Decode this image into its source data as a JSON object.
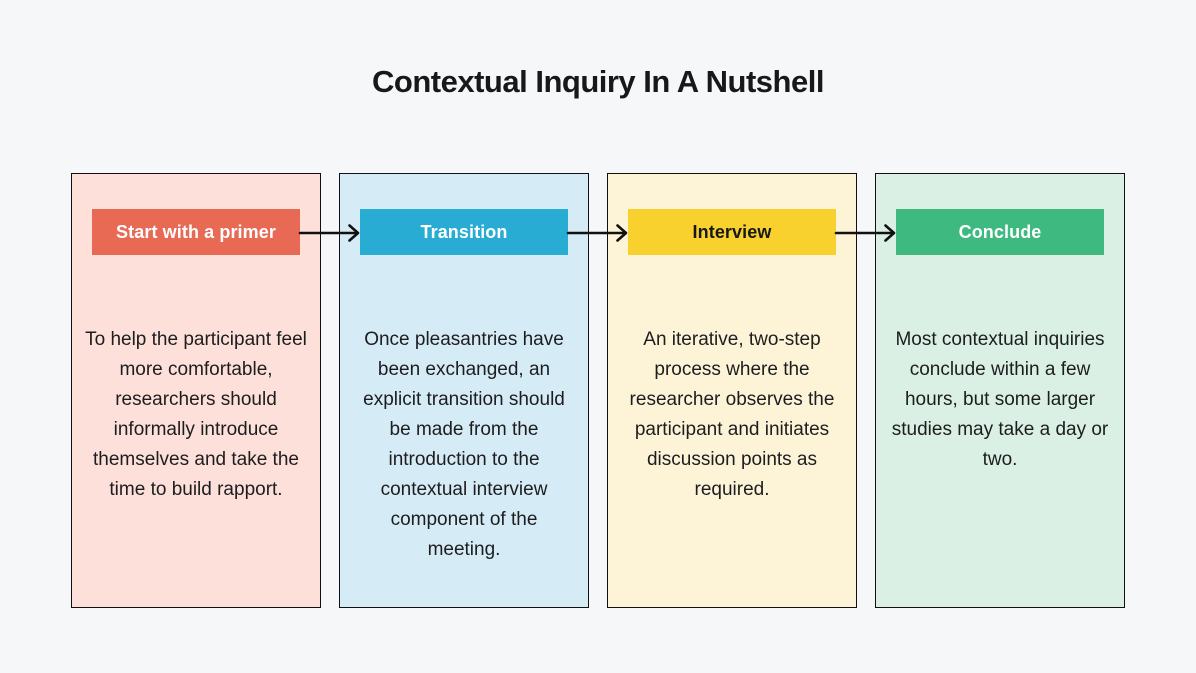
{
  "title": "Contextual Inquiry In A Nutshell",
  "colors": {
    "page_bg": "#f5f7f9",
    "title_text": "#17181a",
    "body_text": "#1d1d1f",
    "card_border": "#111111",
    "arrow": "#111111"
  },
  "steps": [
    {
      "label": "Start with a primer",
      "description": "To help the participant feel more comfortable, researchers should informally introduce themselves and take the time to build rapport.",
      "header_bg": "#e86a55",
      "header_text": "#ffffff",
      "card_bg": "#fde0da"
    },
    {
      "label": "Transition",
      "description": "Once pleasantries have been exchanged, an explicit transition should be made from the introduction to the contextual interview component of the meeting.",
      "header_bg": "#29acd4",
      "header_text": "#ffffff",
      "card_bg": "#d5ecf6"
    },
    {
      "label": "Interview",
      "description": "An iterative, two-step process where the researcher observes the participant and initiates discussion points as required.",
      "header_bg": "#f8d12f",
      "header_text": "#17181a",
      "card_bg": "#fdf4d8"
    },
    {
      "label": "Conclude",
      "description": "Most contextual inquiries conclude within a few hours, but some larger studies may take a day or two.",
      "header_bg": "#3eba81",
      "header_text": "#ffffff",
      "card_bg": "#daf0e4"
    }
  ]
}
